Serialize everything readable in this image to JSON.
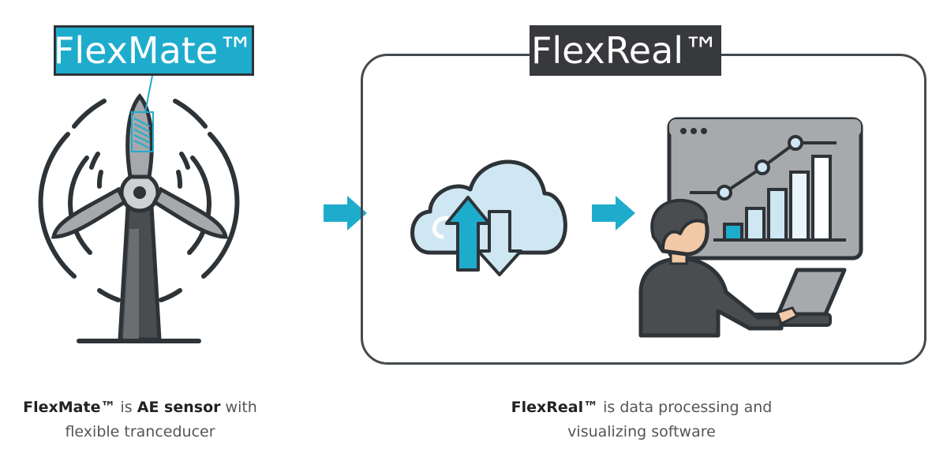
{
  "flexmate": {
    "label": "FlexMate™",
    "caption_bold1": "FlexMate™",
    "caption_mid1": " is ",
    "caption_bold2": "AE sensor",
    "caption_rest1": " with",
    "caption_line2": "flexible tranceducer"
  },
  "flexreal": {
    "label": "FlexReal™",
    "caption_bold": "FlexReal™",
    "caption_rest1": " is data processing and",
    "caption_line2": "visualizing software"
  },
  "colors": {
    "accent": "#1eaccd",
    "dark": "#38393c",
    "outline": "#2d3337",
    "light_blue": "#cfe7f3",
    "screen_gray": "#a7a9ac"
  },
  "icons": [
    "wind-turbine-icon",
    "sensor-icon",
    "cloud-sync-icon",
    "analytics-person-icon",
    "arrow-right-icon"
  ]
}
